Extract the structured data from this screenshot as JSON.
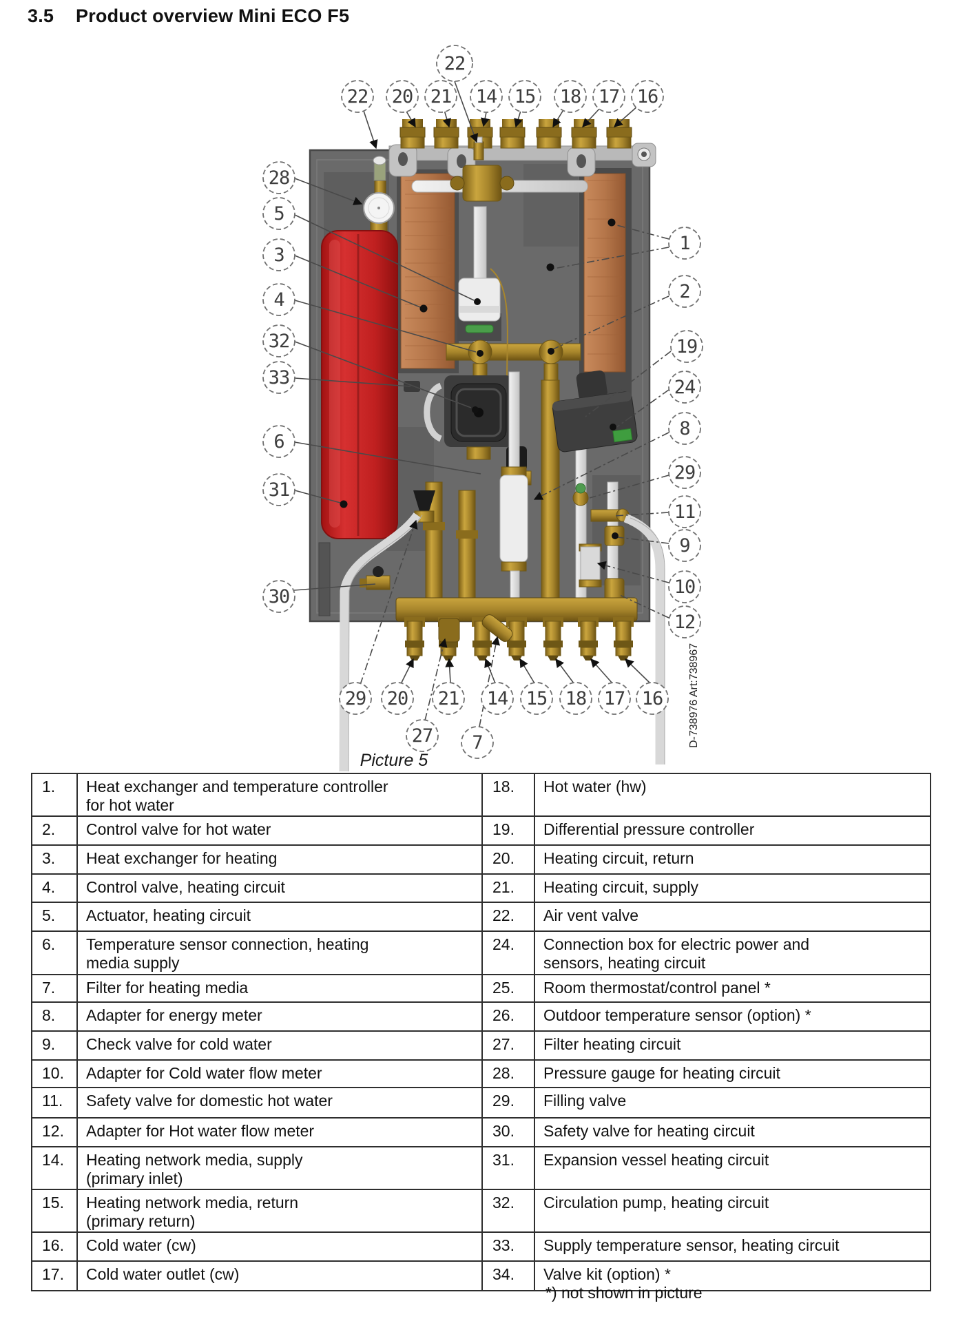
{
  "header": {
    "section": "3.5",
    "title": "Product overview Mini ECO F5"
  },
  "diagram": {
    "caption": "Picture 5",
    "doc_ref": "D-738976 Art:738967",
    "callout_top_single": "22",
    "callouts_top": [
      "22",
      "20",
      "21",
      "14",
      "15",
      "18",
      "17",
      "16"
    ],
    "callouts_left": [
      "28",
      "5",
      "3",
      "4",
      "32",
      "33",
      "6",
      "31",
      "30"
    ],
    "callouts_right": [
      "1",
      "2",
      "19",
      "24",
      "8",
      "29",
      "11",
      "9",
      "10",
      "12"
    ],
    "callouts_bottom": [
      "29",
      "20",
      "21",
      "14",
      "15",
      "18",
      "17",
      "16"
    ],
    "callouts_bottom2": [
      "27",
      "7"
    ],
    "colors": {
      "panel": "#6a6a6a",
      "vessel_red": "#c62222",
      "copper": "#b5764a",
      "brass": "#a8862c",
      "pipe": "#e0e0e0",
      "green": "#3f9d3f"
    }
  },
  "table": {
    "rows": [
      {
        "ln": "1.",
        "lt": "Heat exchanger and temperature controller\nfor hot water",
        "rn": "18.",
        "rt": "Hot water (hw)"
      },
      {
        "ln": "2.",
        "lt": "Control valve for hot water",
        "rn": "19.",
        "rt": "Differential pressure controller"
      },
      {
        "ln": "3.",
        "lt": "Heat exchanger for heating",
        "rn": "20.",
        "rt": "Heating circuit, return"
      },
      {
        "ln": "4.",
        "lt": "Control valve, heating circuit",
        "rn": "21.",
        "rt": "Heating circuit, supply"
      },
      {
        "ln": "5.",
        "lt": "Actuator, heating circuit",
        "rn": "22.",
        "rt": "Air vent valve"
      },
      {
        "ln": "6.",
        "lt": "Temperature sensor connection, heating\nmedia supply",
        "rn": "24.",
        "rt": "Connection box for electric power and\nsensors, heating circuit"
      },
      {
        "ln": "7.",
        "lt": "Filter for heating media",
        "rn": "25.",
        "rt": "Room thermostat/control panel *"
      },
      {
        "ln": "8.",
        "lt": "Adapter for energy meter",
        "rn": "26.",
        "rt": "Outdoor temperature sensor (option) *"
      },
      {
        "ln": "9.",
        "lt": "Check valve for cold water",
        "rn": "27.",
        "rt": "Filter heating circuit"
      },
      {
        "ln": "10.",
        "lt": "Adapter for Cold water flow meter",
        "rn": "28.",
        "rt": "Pressure gauge for heating circuit"
      },
      {
        "ln": "11.",
        "lt": "Safety valve for domestic hot water",
        "rn": "29.",
        "rt": "Filling valve"
      },
      {
        "ln": "12.",
        "lt": "Adapter for Hot water flow meter",
        "rn": "30.",
        "rt": "Safety valve for heating circuit"
      },
      {
        "ln": "14.",
        "lt": "Heating network media, supply\n(primary inlet)",
        "rn": "31.",
        "rt": "Expansion vessel heating circuit"
      },
      {
        "ln": "15.",
        "lt": "Heating network media, return\n(primary return)",
        "rn": "32.",
        "rt": "Circulation pump, heating circuit"
      },
      {
        "ln": "16.",
        "lt": "Cold water (cw)",
        "rn": "33.",
        "rt": "Supply temperature sensor, heating circuit"
      },
      {
        "ln": "17.",
        "lt": "Cold water outlet (cw)",
        "rn": "34.",
        "rt": "Valve kit (option) *"
      }
    ],
    "footnote": "*) not shown in picture"
  }
}
